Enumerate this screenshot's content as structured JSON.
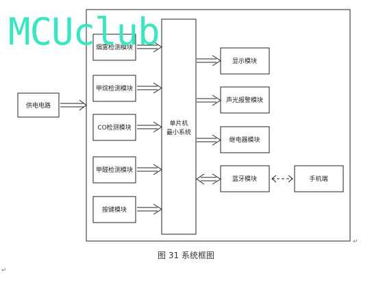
{
  "watermark": {
    "text": "MCUclub",
    "color": "#39e6c2"
  },
  "caption": "图 31 系统框图",
  "paragraph_mark": "↵",
  "nodes": {
    "power": "供电电路",
    "smoke": "烟雾检测模块",
    "methane": "甲烷检测模块",
    "co": "CO检测模块",
    "formaldehyde": "甲醛检测模块",
    "keys": "按键模块",
    "mcu_line1": "单片机",
    "mcu_line2": "最小系统",
    "display": "显示模块",
    "alarm": "声光报警模块",
    "relay": "继电器模块",
    "bluetooth": "蓝牙模块",
    "phone": "手机端"
  }
}
